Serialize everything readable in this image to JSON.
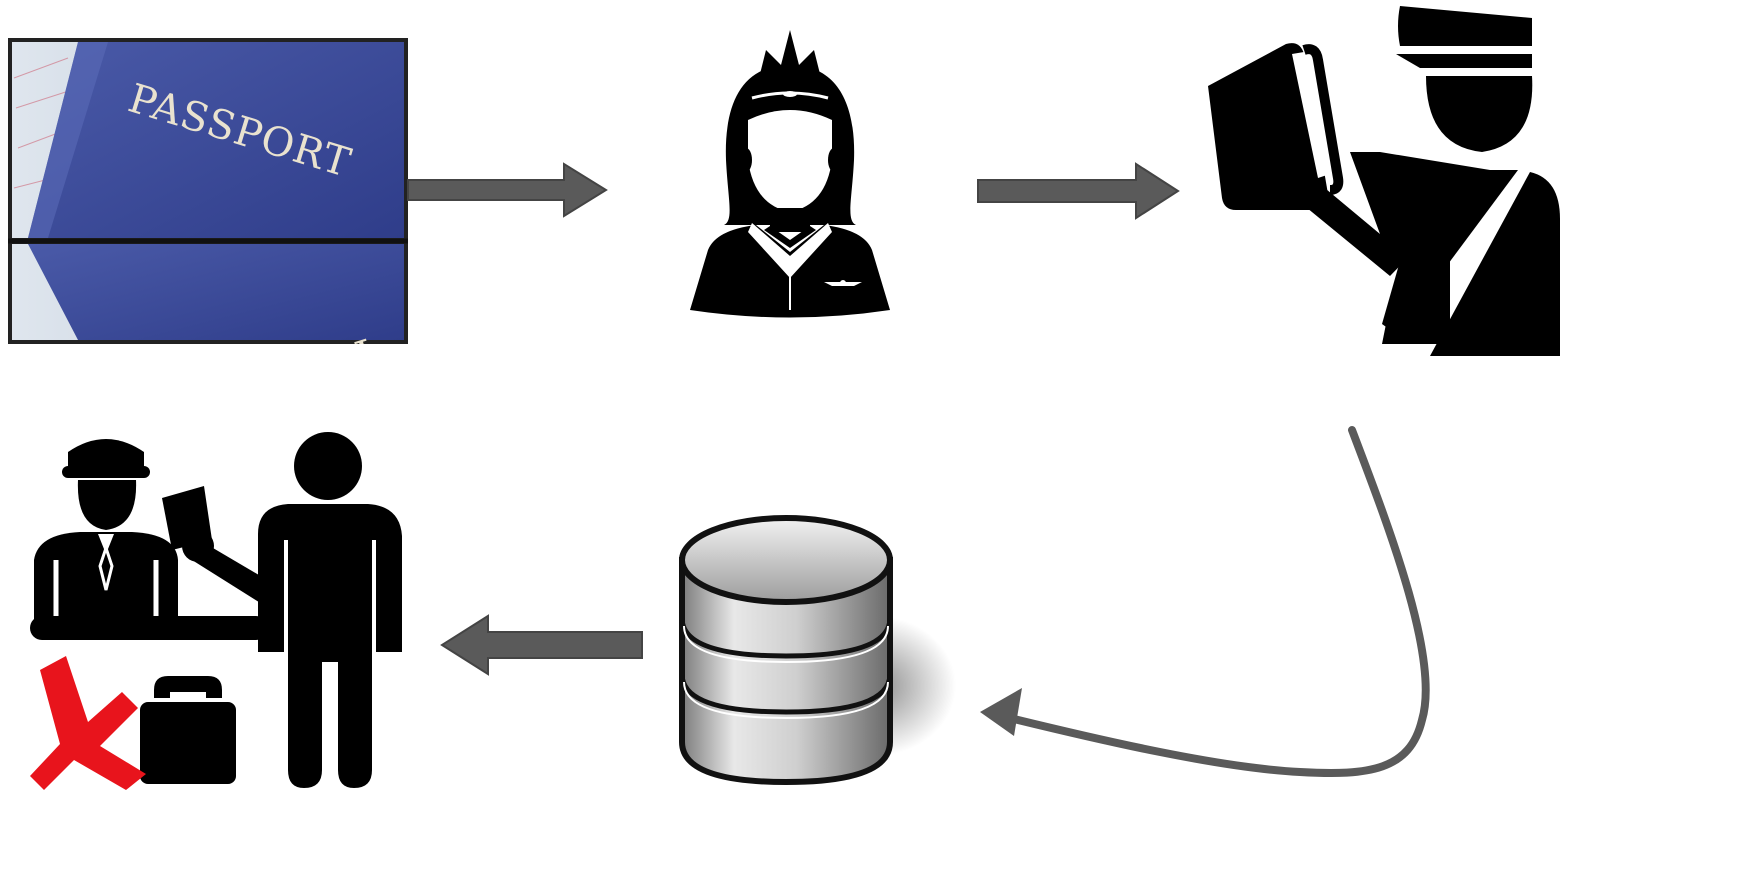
{
  "passport": {
    "cover_text": "PASSPORT",
    "reflection_text": "PORT",
    "cover_color": "#3b4a9a"
  },
  "colors": {
    "arrow_fill": "#5a5a5a",
    "arrow_stroke": "#4a4a4a",
    "icon": "#000000",
    "reject_mark": "#e8141c"
  },
  "nodes": [
    {
      "id": "passport",
      "icon": "passport-photo"
    },
    {
      "id": "flight-attendant",
      "icon": "flight-attendant-icon"
    },
    {
      "id": "immigration-officer",
      "icon": "officer-reading-document-icon"
    },
    {
      "id": "database",
      "icon": "database-icon"
    },
    {
      "id": "border-control-rejection",
      "icon": "border-checkpoint-icon"
    }
  ],
  "edges": [
    {
      "from": "passport",
      "to": "flight-attendant"
    },
    {
      "from": "flight-attendant",
      "to": "immigration-officer"
    },
    {
      "from": "immigration-officer",
      "to": "database"
    },
    {
      "from": "database",
      "to": "border-control-rejection"
    }
  ]
}
